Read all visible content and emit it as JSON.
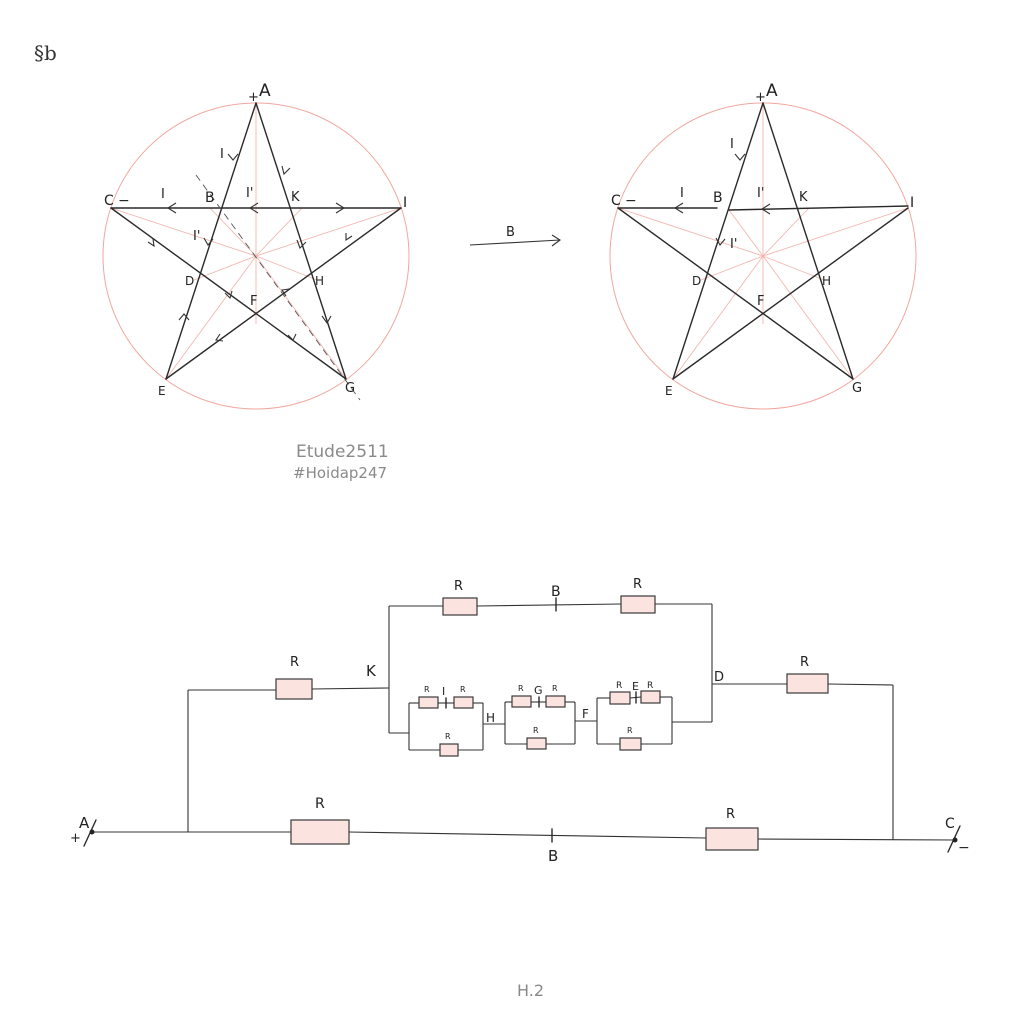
{
  "corner_note": "§b",
  "caption": {
    "line1": "Etude2511",
    "line2": "#Hoidap247"
  },
  "figure_label": "H.2",
  "left_star": {
    "vertices": {
      "A": "A",
      "C": "C",
      "I": "I",
      "E": "E",
      "G": "G"
    },
    "intersections": {
      "B": "B",
      "K": "K",
      "D": "D",
      "H": "H",
      "F": "F"
    },
    "polarity": {
      "plus": "+",
      "minus": "−"
    },
    "currents": {
      "i_top": "I",
      "i_left": "I",
      "i_prime_top": "I'",
      "i_prime_left": "I'"
    }
  },
  "arrow_label": "B",
  "right_star": {
    "vertices": {
      "A": "A",
      "C": "C",
      "I": "I",
      "E": "E",
      "G": "G"
    },
    "intersections": {
      "B": "B",
      "K": "K",
      "D": "D",
      "H": "H",
      "F": "F"
    },
    "polarity": {
      "plus": "+",
      "minus": "−"
    },
    "currents": {
      "i_top": "I",
      "i_left": "I",
      "i_prime_top": "I'",
      "i_prime_left": "I'"
    }
  },
  "circuit": {
    "nodes": {
      "A": "A",
      "B_top": "B",
      "B_bottom": "B",
      "K": "K",
      "D": "D",
      "H": "H",
      "F": "F",
      "C": "C"
    },
    "polarity": {
      "plus": "+",
      "minus": "−"
    },
    "resistor_label": "R",
    "small_resistor_label": "R",
    "inner_nodes": {
      "I": "I",
      "G": "G",
      "E": "E"
    }
  }
}
